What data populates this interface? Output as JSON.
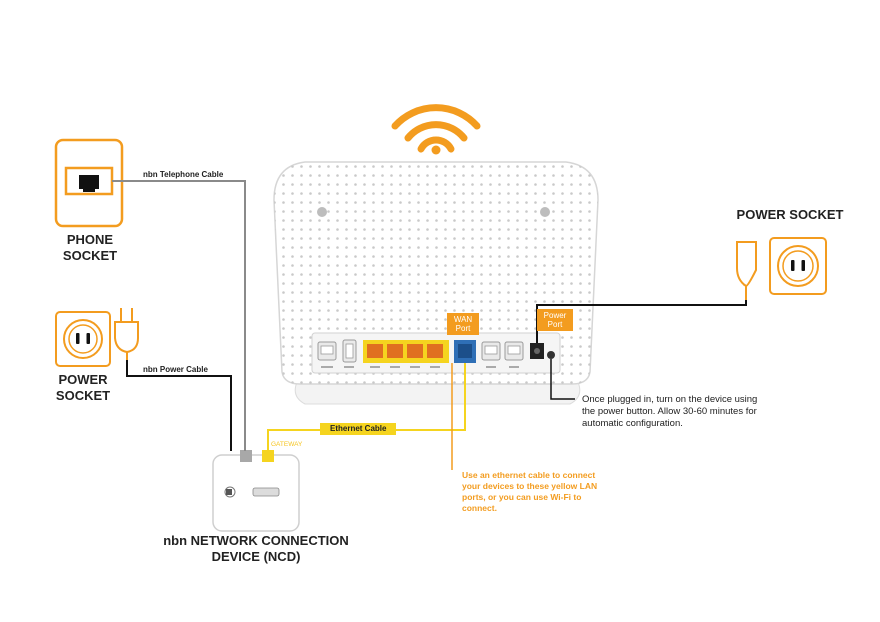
{
  "labels": {
    "phone_socket": "PHONE SOCKET",
    "power_socket_left": "POWER SOCKET",
    "power_socket_right": "POWER SOCKET",
    "ncd": "nbn NETWORK CONNECTION DEVICE (NCD)",
    "gateway": "GATEWAY"
  },
  "cables": {
    "telephone": "nbn Telephone Cable",
    "power": "nbn Power Cable",
    "ethernet": "Ethernet Cable"
  },
  "ports": {
    "wan": "WAN Port",
    "power": "Power Port"
  },
  "notes": {
    "power_button": "Once plugged in, turn on the device using the power button. Allow 30-60 minutes for automatic configuration.",
    "lan": "Use an ethernet cable to connect your devices to these yellow LAN ports, or you can use Wi-Fi to connect."
  },
  "colors": {
    "accent_orange": "#f39c1f",
    "ethernet_yellow": "#f5d41f",
    "wan_blue": "#2f6fb6",
    "cable_gray": "#8a8a8a",
    "cable_black": "#111111"
  },
  "icons": [
    "wifi-icon",
    "phone-jack-icon",
    "power-outlet-icon",
    "power-plug-icon",
    "router-icon",
    "ncd-icon"
  ]
}
